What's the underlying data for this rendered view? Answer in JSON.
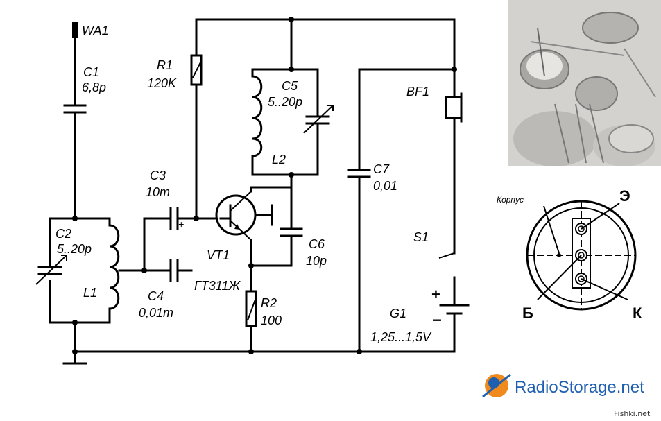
{
  "labels": {
    "wa1": "WA1",
    "c1_name": "C1",
    "c1_value": "6,8p",
    "c2_name": "C2",
    "c2_value": "5..20p",
    "l1": "L1",
    "c3_name": "C3",
    "c3_value": "10m",
    "c4_name": "C4",
    "c4_value": "0,01m",
    "r1_name": "R1",
    "r1_value": "120K",
    "c5_name": "C5",
    "c5_value": "5..20p",
    "l2": "L2",
    "vt1_name": "VT1",
    "vt1_value": "ГТ311Ж",
    "c6_name": "C6",
    "c6_value": "10p",
    "r2_name": "R2",
    "r2_value": "100",
    "c7_name": "C7",
    "c7_value": "0,01",
    "bf1": "BF1",
    "s1": "S1",
    "g1_name": "G1",
    "g1_value": "1,25...1,5V",
    "plus": "+",
    "minus": "−"
  },
  "pinout": {
    "korpus": "Корпус",
    "emitter": "Э",
    "base": "Б",
    "collector": "К"
  },
  "logo": {
    "text": "RadioStorage.net",
    "accent_color": "#1f5fb0",
    "orb_color": "#f08a1c"
  },
  "watermark": "Fishki.net"
}
